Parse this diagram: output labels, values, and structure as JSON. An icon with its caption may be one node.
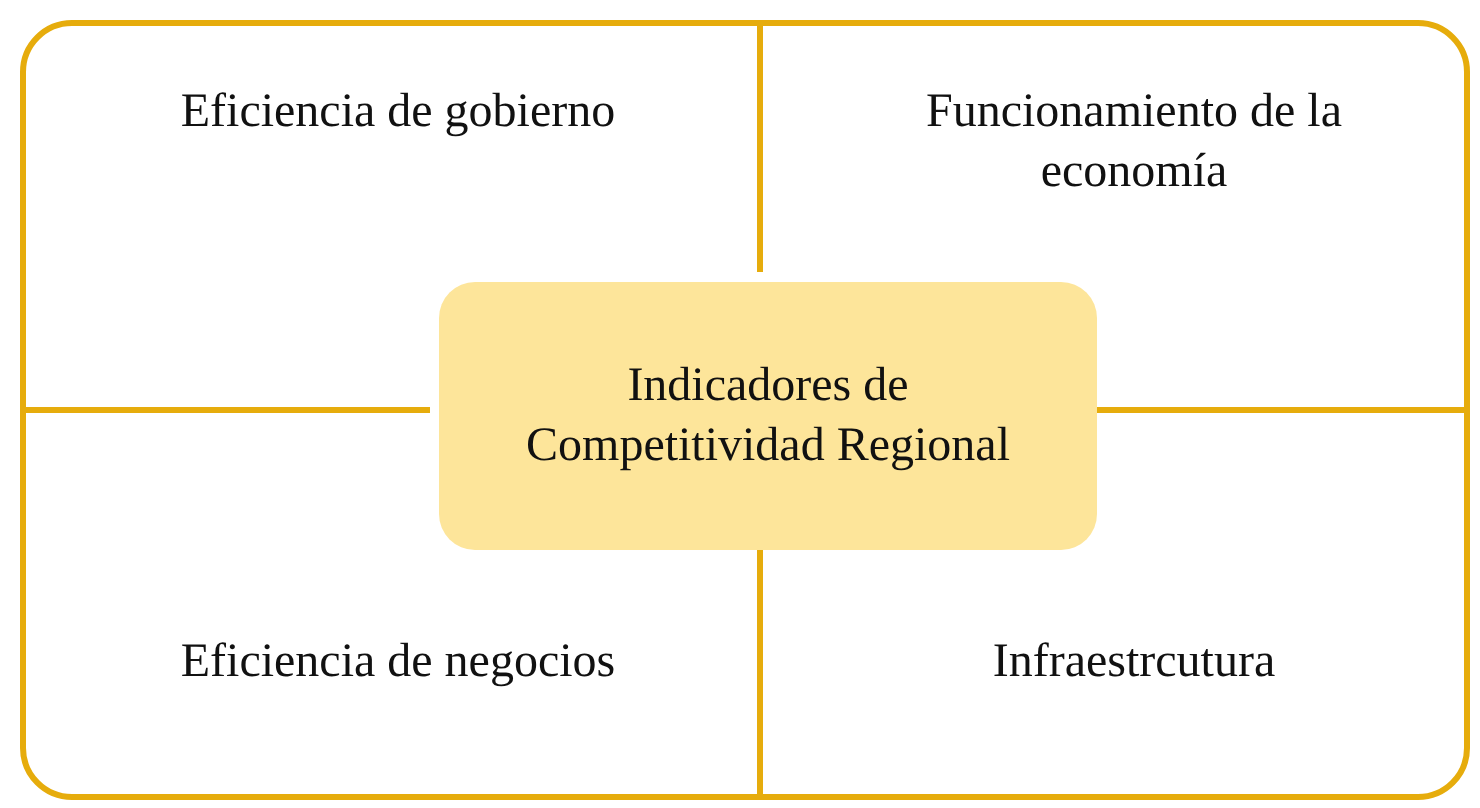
{
  "diagram": {
    "nodes": [
      {
        "text": [],
        "shape": "box"
      },
      {
        "text": [
          "Eficiencia de gobierno"
        ],
        "in": 0
      },
      {
        "text": [
          "Funcionamiento de la economía"
        ],
        "in": 0
      },
      {
        "text": [
          "Indicadores de Competitividad Regional"
        ],
        "in": 0
      },
      {
        "text": [
          "Eficiencia de negocios"
        ],
        "in": 0
      },
      {
        "text": [
          "Infraestrcutura"
        ],
        "in": 0
      }
    ]
  }
}
